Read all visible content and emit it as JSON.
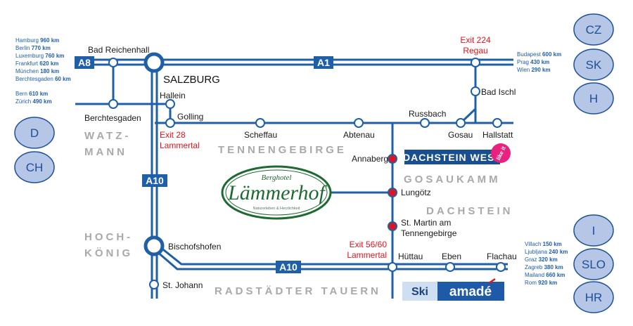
{
  "highways": {
    "a8": "A8",
    "a1": "A1",
    "a10_north": "A10",
    "a10_south": "A10"
  },
  "places": {
    "salzburg": "SALZBURG",
    "bad_reichenhall": "Bad Reichenhall",
    "hallein": "Hallein",
    "golling": "Golling",
    "berchtesgaden": "Berchtesgaden",
    "scheffau": "Scheffau",
    "abtenau": "Abtenau",
    "russbach": "Russbach",
    "gosau": "Gosau",
    "hallstatt": "Hallstatt",
    "bad_ischl": "Bad Ischl",
    "annaberg": "Annaberg",
    "lungoetz": "Lungötz",
    "st_martin_1": "St. Martin am",
    "st_martin_2": "Tennengebirge",
    "bischofshofen": "Bischofshofen",
    "st_johann": "St. Johann",
    "huettau": "Hüttau",
    "eben": "Eben",
    "flachau": "Flachau"
  },
  "exits": {
    "exit224_1": "Exit 224",
    "exit224_2": "Regau",
    "exit28_1": "Exit 28",
    "exit28_2": "Lammertal",
    "exit5660_1": "Exit 56/60",
    "exit5660_2": "Lammertal"
  },
  "regions": {
    "watz": "WATZ-",
    "mann": "MANN",
    "tennengebirge": "TENNENGEBIRGE",
    "gosaukamm": "GOSAUKAMM",
    "dachstein": "DACHSTEIN",
    "hoch": "HOCH-",
    "koenig": "KÖNIG",
    "radstaedter": "RADSTÄDTER TAUERN"
  },
  "distances": {
    "west_top": [
      {
        "city": "Hamburg",
        "km": "960 km"
      },
      {
        "city": "Berlin",
        "km": "770 km"
      },
      {
        "city": "Luxemburg",
        "km": "760 km"
      },
      {
        "city": "Frankfurt",
        "km": "620 km"
      },
      {
        "city": "München",
        "km": "180 km"
      },
      {
        "city": "Berchtesgaden",
        "km": "60 km"
      }
    ],
    "west_bottom": [
      {
        "city": "Bern",
        "km": "610 km"
      },
      {
        "city": "Zürich",
        "km": "490 km"
      }
    ],
    "east": [
      {
        "city": "Budapest",
        "km": "600 km"
      },
      {
        "city": "Prag",
        "km": "430 km"
      },
      {
        "city": "Wien",
        "km": "290 km"
      }
    ],
    "south": [
      {
        "city": "Villach",
        "km": "150 km"
      },
      {
        "city": "Ljubljana",
        "km": "240 km"
      },
      {
        "city": "Graz",
        "km": "320 km"
      },
      {
        "city": "Zagreb",
        "km": "380 km"
      },
      {
        "city": "Mailand",
        "km": "660 km"
      },
      {
        "city": "Rom",
        "km": "920 km"
      }
    ]
  },
  "countries": {
    "cz": "CZ",
    "sk": "SK",
    "h": "H",
    "d": "D",
    "ch": "CH",
    "i": "I",
    "slo": "SLO",
    "hr": "HR"
  },
  "logos": {
    "hotel_small": "Berghotel",
    "hotel_name": "Lämmerhof",
    "hotel_tagline": "Naturerleben & Herzlichkeit",
    "dachstein_west": "DACHSTEIN WEST",
    "like_it": "like it",
    "ski": "Ski",
    "amade": "amadé"
  },
  "colors": {
    "road": "#1f5fa8",
    "exit": "#e0141e",
    "region": "#a9a9a9",
    "country_fill": "#b5c6e6",
    "hotel_green": "#1f6a33",
    "dachstein_blue": "#1a4f8f",
    "dachstein_pink": "#e8227e",
    "amade_blue": "#1e5aa8",
    "ski_bg": "#cfdff2"
  }
}
